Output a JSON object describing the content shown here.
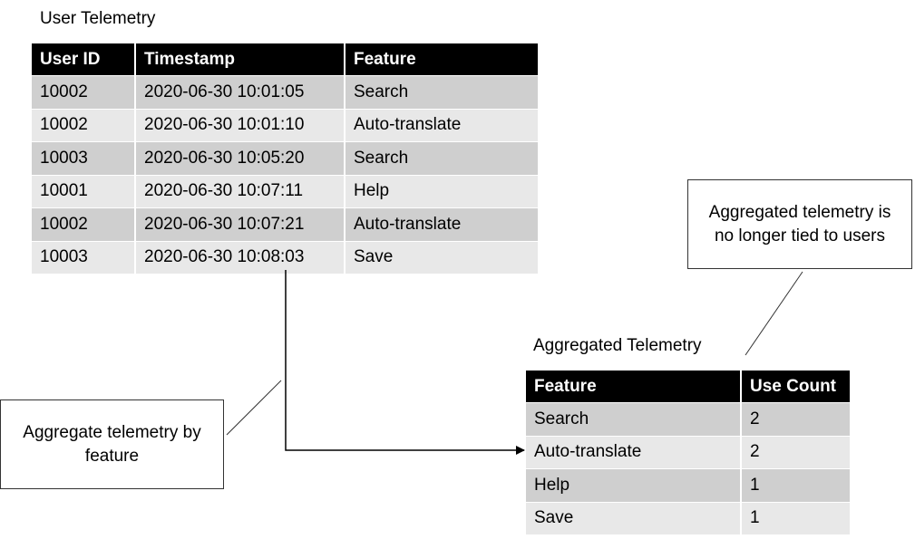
{
  "user_table": {
    "title": "User Telemetry",
    "headers": [
      "User ID",
      "Timestamp",
      "Feature"
    ],
    "rows": [
      [
        "10002",
        "2020-06-30 10:01:05",
        "Search"
      ],
      [
        "10002",
        "2020-06-30 10:01:10",
        "Auto-translate"
      ],
      [
        "10003",
        "2020-06-30 10:05:20",
        "Search"
      ],
      [
        "10001",
        "2020-06-30 10:07:11",
        "Help"
      ],
      [
        "10002",
        "2020-06-30 10:07:21",
        "Auto-translate"
      ],
      [
        "10003",
        "2020-06-30 10:08:03",
        "Save"
      ]
    ]
  },
  "aggregated_table": {
    "title": "Aggregated Telemetry",
    "headers": [
      "Feature",
      "Use Count"
    ],
    "rows": [
      [
        "Search",
        "2"
      ],
      [
        "Auto-translate",
        "2"
      ],
      [
        "Help",
        "1"
      ],
      [
        "Save",
        "1"
      ]
    ]
  },
  "callouts": {
    "aggregate_step": "Aggregate telemetry by feature",
    "aggregated_note": "Aggregated telemetry is no longer tied to users"
  }
}
